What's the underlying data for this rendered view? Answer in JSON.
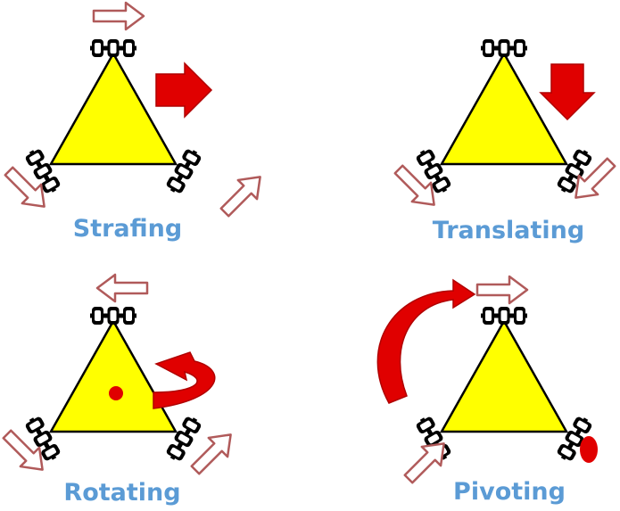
{
  "panels": [
    {
      "id": "strafing",
      "label": "Strafing"
    },
    {
      "id": "translating",
      "label": "Translating"
    },
    {
      "id": "rotating",
      "label": "Rotating"
    },
    {
      "id": "pivoting",
      "label": "Pivoting"
    }
  ],
  "colors": {
    "triangle_fill": "#ffff00",
    "triangle_stroke": "#000000",
    "wheel": "#000000",
    "outline_arrow": "#b05a5a",
    "solid_arrow": "#e00000",
    "label": "#5b9bd5"
  },
  "icons": [
    "outline-arrow-icon",
    "solid-arrow-icon",
    "curved-arrow-icon",
    "wheel-icon",
    "pivot-dot-icon"
  ]
}
